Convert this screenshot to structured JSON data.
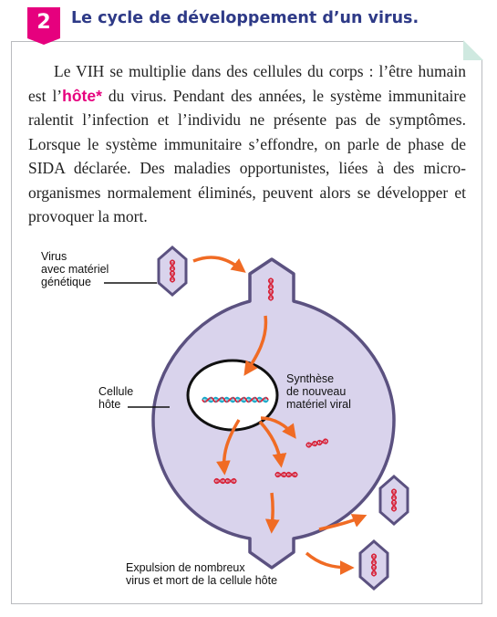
{
  "section": {
    "number": "2",
    "title": "Le cycle de développement d’un virus."
  },
  "paragraph": {
    "before": "Le VIH se multiplie dans des cellules du corps : l’être humain est l’",
    "keyword": "hôte*",
    "after": " du virus. Pendant des années, le système immunitaire ralentit l’infection et l’individu ne présente pas de symptômes. Lorsque le système immunitaire s’effondre, on parle de phase de SIDA déclarée. Des maladies opportunistes, liées à des micro-organismes normalement éliminés, peuvent alors se développer et provoquer la mort."
  },
  "diagram": {
    "label_virus": [
      "Virus",
      "avec matériel",
      "génétique"
    ],
    "label_cell": [
      "Cellule",
      "hôte"
    ],
    "label_synthesis": [
      "Synthèse",
      "de nouveau",
      "matériel viral"
    ],
    "label_expulsion": [
      "Expulsion de nombreux",
      "virus et mort de la cellule hôte"
    ]
  },
  "colors": {
    "accent": "#e6007e",
    "title": "#2e3a87",
    "cell_fill": "#d9d3ec",
    "cell_stroke": "#5b5180",
    "arrow": "#f06b24",
    "dna_red": "#d8243a",
    "dna_cyan": "#19a8c8"
  }
}
